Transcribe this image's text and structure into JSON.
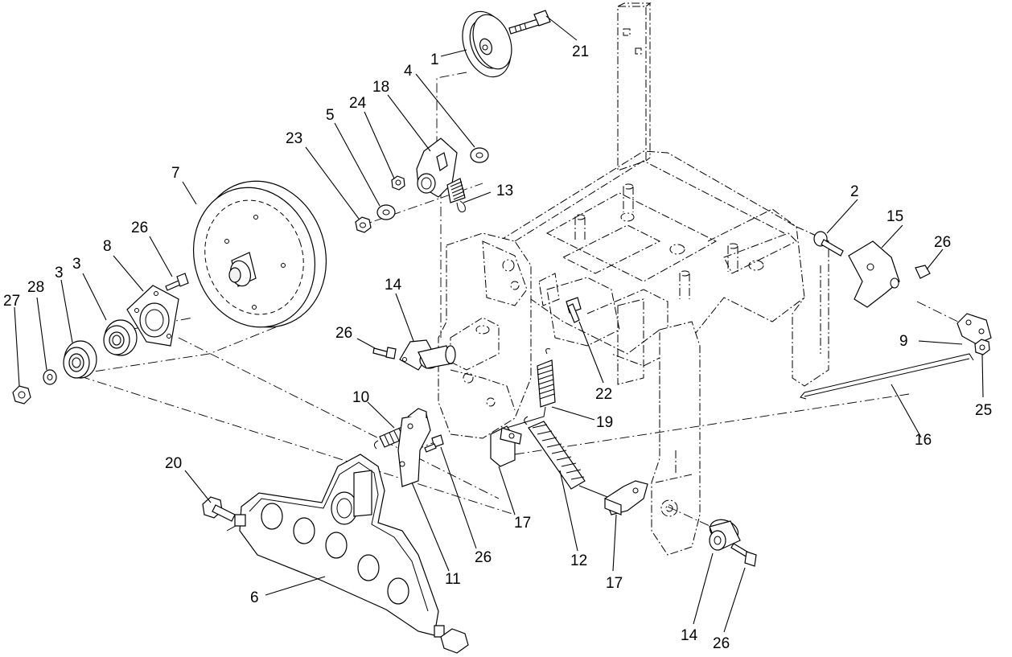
{
  "callouts": [
    {
      "id": "c1",
      "text": "1"
    },
    {
      "id": "c21",
      "text": "21"
    },
    {
      "id": "c4",
      "text": "4"
    },
    {
      "id": "c18",
      "text": "18"
    },
    {
      "id": "c24",
      "text": "24"
    },
    {
      "id": "c5",
      "text": "5"
    },
    {
      "id": "c23",
      "text": "23"
    },
    {
      "id": "c13",
      "text": "13"
    },
    {
      "id": "c7",
      "text": "7"
    },
    {
      "id": "c26a",
      "text": "26"
    },
    {
      "id": "c8",
      "text": "8"
    },
    {
      "id": "c3a",
      "text": "3"
    },
    {
      "id": "c3b",
      "text": "3"
    },
    {
      "id": "c28",
      "text": "28"
    },
    {
      "id": "c27",
      "text": "27"
    },
    {
      "id": "c14a",
      "text": "14"
    },
    {
      "id": "c26b",
      "text": "26"
    },
    {
      "id": "c22",
      "text": "22"
    },
    {
      "id": "c2",
      "text": "2"
    },
    {
      "id": "c15",
      "text": "15"
    },
    {
      "id": "c26c",
      "text": "26"
    },
    {
      "id": "c9",
      "text": "9"
    },
    {
      "id": "c25",
      "text": "25"
    },
    {
      "id": "c16",
      "text": "16"
    },
    {
      "id": "c19",
      "text": "19"
    },
    {
      "id": "c10",
      "text": "10"
    },
    {
      "id": "c20",
      "text": "20"
    },
    {
      "id": "c17a",
      "text": "17"
    },
    {
      "id": "c26d",
      "text": "26"
    },
    {
      "id": "c11",
      "text": "11"
    },
    {
      "id": "c12",
      "text": "12"
    },
    {
      "id": "c17b",
      "text": "17"
    },
    {
      "id": "c6",
      "text": "6"
    },
    {
      "id": "c14b",
      "text": "14"
    },
    {
      "id": "c26e",
      "text": "26"
    }
  ]
}
